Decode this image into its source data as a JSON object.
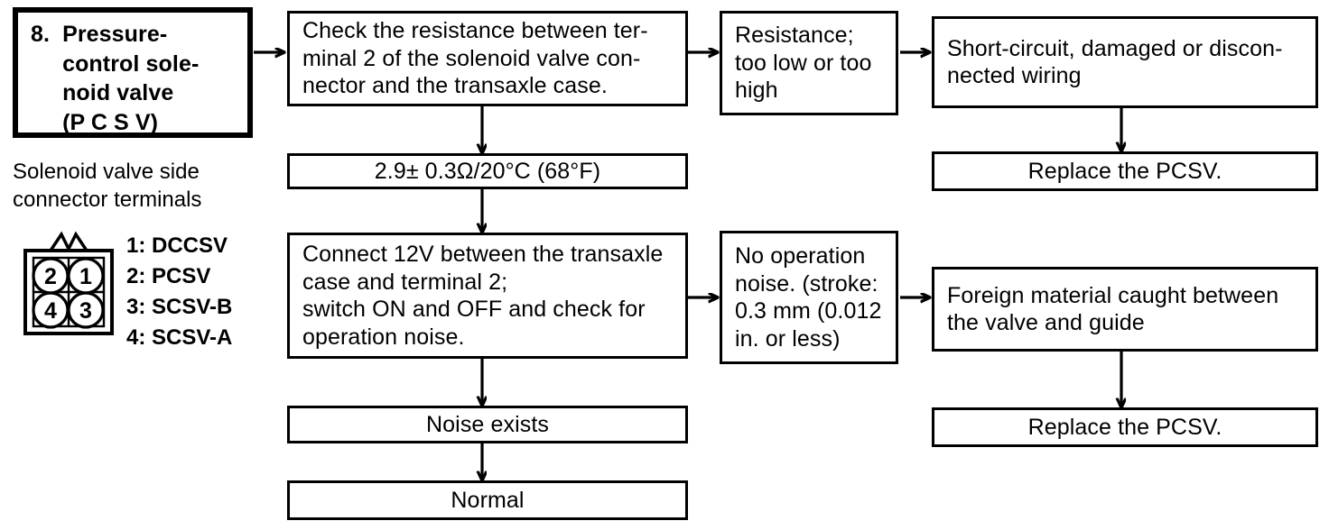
{
  "diagram": {
    "title_box": {
      "number": "8.",
      "label": "Pressure-\ncontrol sole-\nnoid  valve\n(P C S V)"
    },
    "legend": {
      "heading": "Solenoid  valve  side\nconnector terminals",
      "terminals": [
        "1: DCCSV",
        "2: PCSV",
        "3: SCSV-B",
        "4: SCSV-A"
      ],
      "connector_pins": [
        "2",
        "1",
        "4",
        "3"
      ]
    },
    "boxes": {
      "check_resistance": "Check the resistance between ter-\nminal 2 of the solenoid valve con-\nnector and the transaxle case.",
      "resistance_fault": "Resistance;\ntoo low or too\nhigh",
      "short_circuit": "Short-circuit, damaged or discon-\nnected wiring",
      "replace_pcsv_top": "Replace the PCSV.",
      "spec_value": "2.9± 0.3Ω/20°C (68°F)",
      "connect_12v": "Connect 12V between the transaxle\ncase and terminal 2;\nswitch ON and OFF and check for\noperation noise.",
      "no_operation_noise": "No  operation\nnoise. (stroke:\n0.3 mm (0.012\nin. or less)",
      "foreign_material": "Foreign material caught between\nthe valve and guide",
      "replace_pcsv_bottom": "Replace the PCSV.",
      "noise_exists": "Noise  exists",
      "normal": "Normal"
    },
    "colors": {
      "ink": "#000000",
      "paper": "#ffffff"
    }
  }
}
